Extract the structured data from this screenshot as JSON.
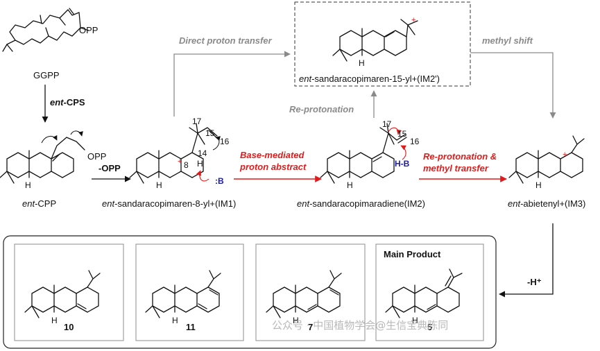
{
  "compounds": {
    "ggpp": "GGPP",
    "opp_ggpp": "OPP",
    "cpp_prefix": "ent",
    "cpp_suffix": "-CPP",
    "opp_cpp": "OPP",
    "im1_prefix": "ent",
    "im1_suffix": "-sandaracopimaren-8-yl+(IM1)",
    "im2p_prefix": "ent",
    "im2p_suffix": "-sandaracopimaren-15-yl+(IM2')",
    "im2_prefix": "ent",
    "im2_suffix": "-sandaracopimaradiene(IM2)",
    "im3_prefix": "ent",
    "im3_suffix": "-abietenyl+(IM3)"
  },
  "arrows": {
    "cps_prefix": "ent",
    "cps_suffix": "-CPS",
    "opp_loss": "-OPP",
    "direct_transfer": "Direct proton transfer",
    "reprotonation": "Re-protonation",
    "methyl_shift": "methyl shift",
    "base_line1": "Base-mediated",
    "base_line2": "proton abstract",
    "reprot_line1": "Re-protonation &",
    "reprot_line2": "methyl transfer",
    "h_loss": "-H⁺"
  },
  "atoms": {
    "h": "H",
    "base": ":B",
    "hb": "H-B",
    "plus": "+",
    "c17": "17",
    "c15": "15",
    "c16": "16",
    "c14": "14",
    "c8": "8"
  },
  "products": {
    "main_label": "Main Product",
    "items": [
      {
        "id": "10"
      },
      {
        "id": "11"
      },
      {
        "id": "7"
      },
      {
        "id": "5"
      }
    ]
  },
  "watermark": "公众号 · 中国植物学会@生信宝典陈同",
  "colors": {
    "red": "#e01b1b",
    "gray": "#8a8a8a",
    "blue": "#1a1aa8"
  }
}
